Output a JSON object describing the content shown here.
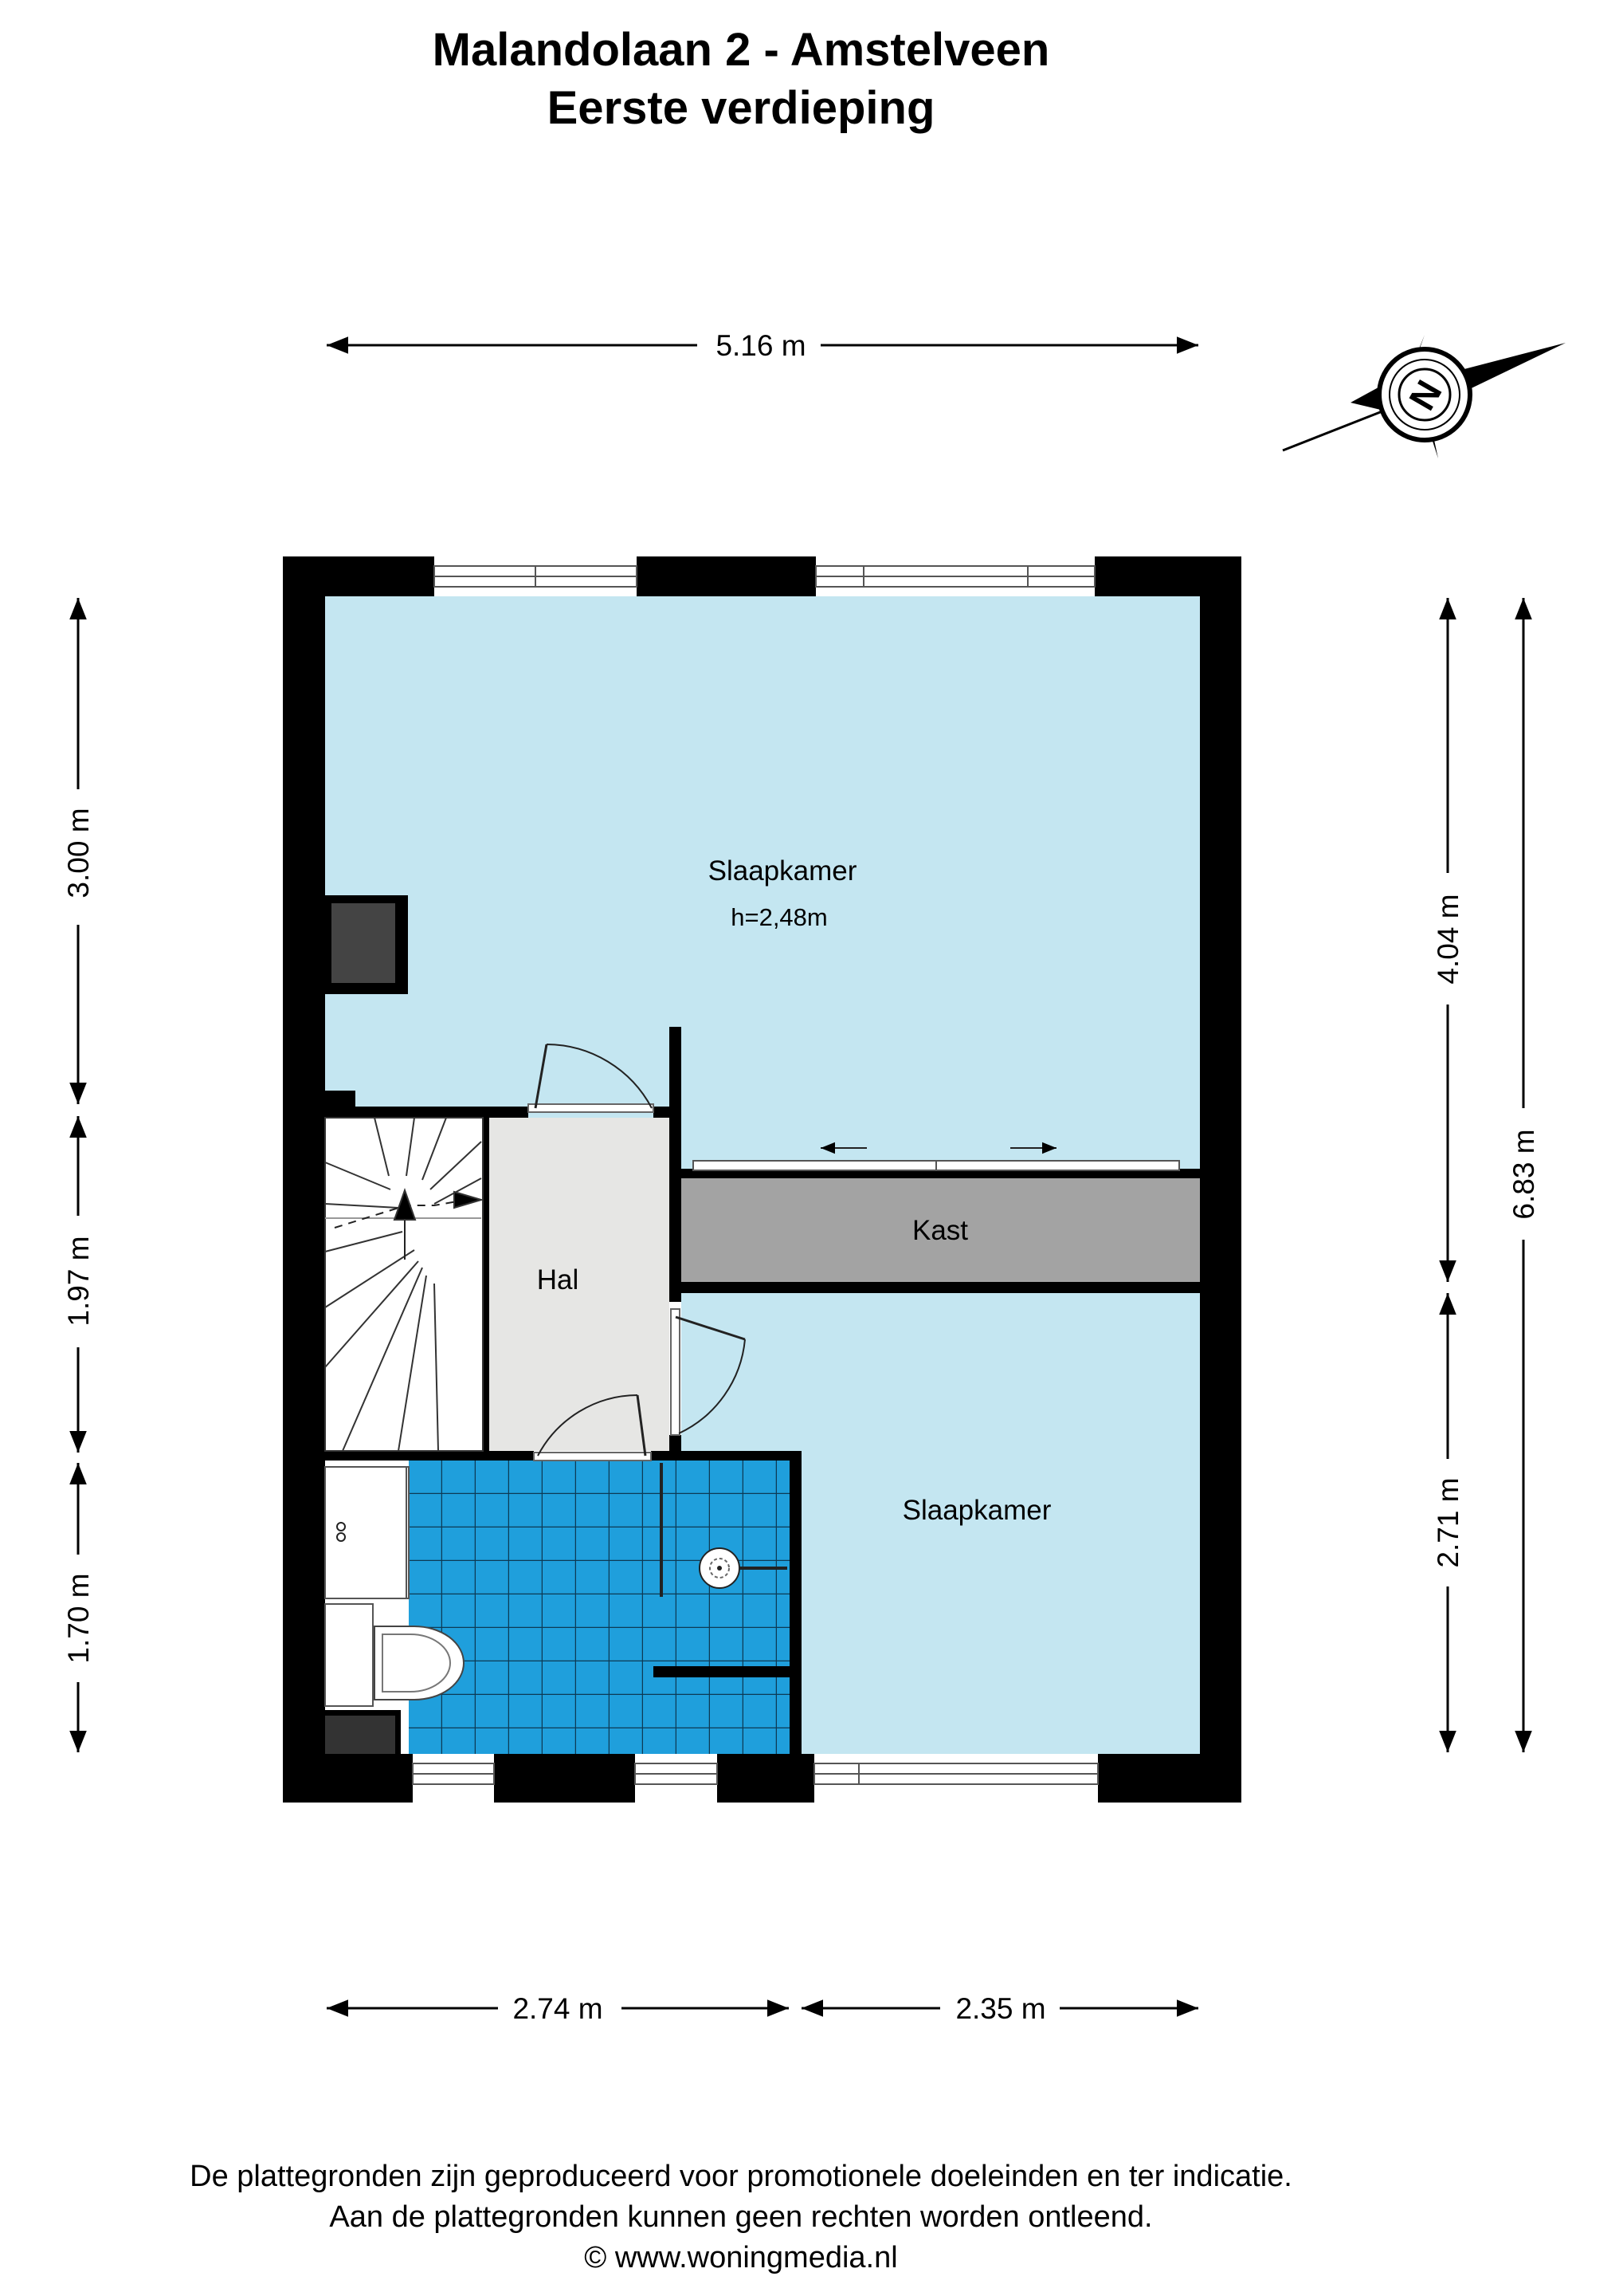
{
  "header": {
    "address": "Malandolaan 2 - Amstelveen",
    "floor": "Eerste verdieping"
  },
  "rooms": {
    "bedroom_1": "Slaapkamer",
    "bedroom_1_height": "h=2,48m",
    "closet": "Kast",
    "hall": "Hal",
    "bedroom_2": "Slaapkamer"
  },
  "compass": {
    "label": "N"
  },
  "dimensions": {
    "top_width": "5.16 m",
    "bottom_left": "2.74 m",
    "bottom_right": "2.35 m",
    "left_top": "3.00 m",
    "left_middle": "1.97 m",
    "left_bottom": "1.70 m",
    "right_top": "4.04 m",
    "right_bottom": "2.71 m",
    "right_total": "6.83 m"
  },
  "footer": {
    "line1": "De plattegronden zijn geproduceerd voor promotionele doeleinden en ter indicatie.",
    "line2": "Aan de plattegronden kunnen geen rechten worden ontleend.",
    "line3": "© www.woningmedia.nl"
  },
  "colors": {
    "room_fill": "#c4e6f1",
    "closet_fill": "#a3a3a3",
    "hall_fill": "#e6e6e4",
    "bathroom_tile": "#1f9fdc",
    "wall": "#000000"
  }
}
